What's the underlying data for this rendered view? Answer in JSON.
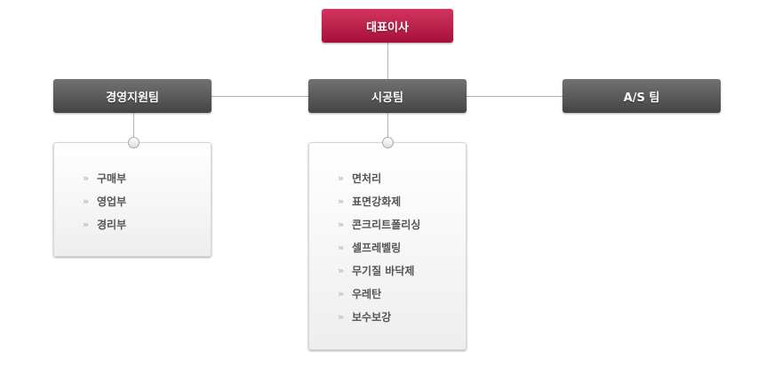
{
  "ceo": {
    "label": "대표이사"
  },
  "teams": [
    {
      "label": "경영지원팀",
      "items": [
        "구매부",
        "영업부",
        "경리부"
      ]
    },
    {
      "label": "시공팀",
      "items": [
        "면처리",
        "표면강화제",
        "콘크리트폴리싱",
        "셀프레벨링",
        "무기질 바닥제",
        "우레탄",
        "보수보강"
      ]
    },
    {
      "label": "A/S 팀"
    }
  ]
}
